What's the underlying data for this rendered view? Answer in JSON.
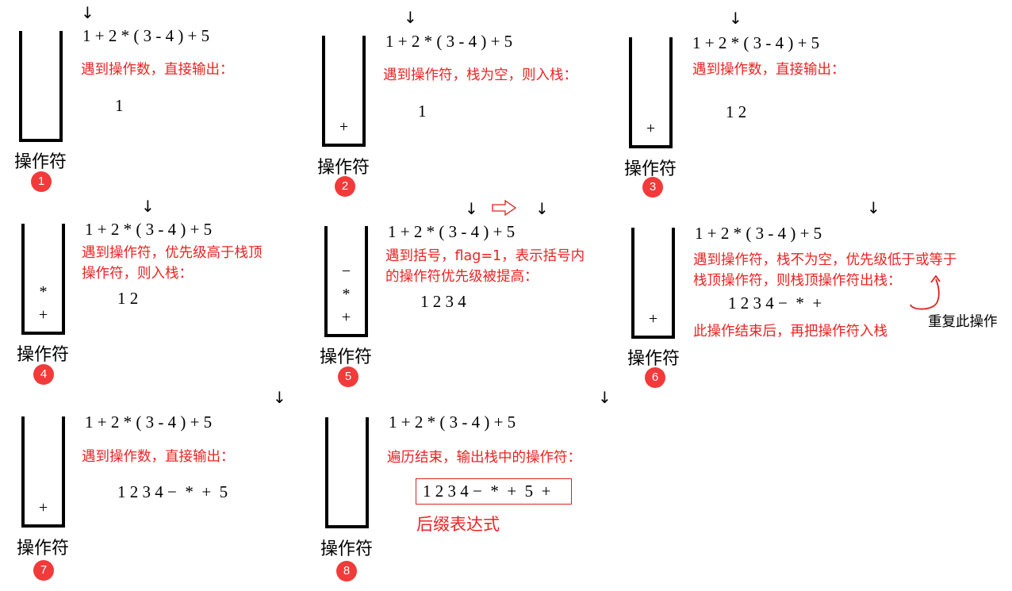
{
  "expression": "1 + 2 * ( 3 - 4 ) + 5",
  "stack_label": "操作符",
  "colors": {
    "annotation": "#ee2222",
    "badge": "#f23a3a",
    "text": "#000000"
  },
  "panels": [
    {
      "step": "1",
      "stack": [],
      "description": [
        "遇到操作数，直接输出："
      ],
      "output": "1",
      "pointer": "1"
    },
    {
      "step": "2",
      "stack": [
        "+"
      ],
      "description": [
        "遇到操作符，栈为空，则入栈："
      ],
      "output": "1",
      "pointer": "+"
    },
    {
      "step": "3",
      "stack": [
        "+"
      ],
      "description": [
        "遇到操作数，直接输出："
      ],
      "output": "1 2",
      "pointer": "2"
    },
    {
      "step": "4",
      "stack": [
        "+",
        "*"
      ],
      "description": [
        "遇到操作符，优先级高于栈顶",
        "操作符，则入栈："
      ],
      "output": "1 2",
      "pointer": "*"
    },
    {
      "step": "5",
      "stack": [
        "+",
        "*",
        "−"
      ],
      "description": [
        "遇到括号，flag=1，表示括号内",
        "的操作符优先级被提高："
      ],
      "output": "1 2 3 4",
      "pointer": "( → )",
      "arrow_icon": "hollow-right-arrow"
    },
    {
      "step": "6",
      "stack": [
        "+"
      ],
      "description": [
        "遇到操作符，栈不为空，优先级低于或等于",
        "栈顶操作符，则栈顶操作符出栈："
      ],
      "output": "1 2 3 4 −  *  +",
      "pointer": "+",
      "after_note": "此操作结束后，再把操作符入栈",
      "repeat_note": "重复此操作"
    },
    {
      "step": "7",
      "stack": [
        "+"
      ],
      "description": [
        "遇到操作数，直接输出："
      ],
      "output": "1 2 3 4 −  *  +  5",
      "pointer": "5"
    },
    {
      "step": "8",
      "stack": [],
      "description": [
        "遍历结束，输出栈中的操作符："
      ],
      "output": "1 2 3 4 −  *  +  5  +",
      "pointer": "end",
      "result_caption": "后缀表达式"
    }
  ]
}
